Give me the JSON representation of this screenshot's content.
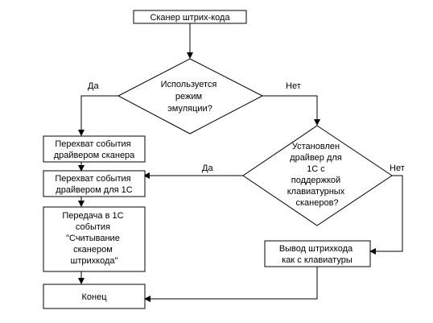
{
  "nodes": {
    "start": "Сканер штрих-кода",
    "decision_emulation": [
      "Используется",
      "режим",
      "эмуляции?"
    ],
    "decision_driver": [
      "Установлен",
      "драйвер для",
      "1С с",
      "поддержкой",
      "клавиатурных",
      "сканеров?"
    ],
    "intercept_scanner": [
      "Перехват события",
      "драйвером сканера"
    ],
    "intercept_1c": [
      "Перехват события",
      "драйвером для 1С"
    ],
    "transfer_1c": [
      "Передача в 1С",
      "события",
      "\"Считывание",
      "сканером",
      "штрихкода\""
    ],
    "keyboard_output": [
      "Вывод штрихкода",
      "как с клавиатуры"
    ],
    "end": "Конец"
  },
  "edge_labels": {
    "emulation_yes": "Да",
    "emulation_no": "Нет",
    "driver_yes": "Да",
    "driver_no": "Нет"
  }
}
